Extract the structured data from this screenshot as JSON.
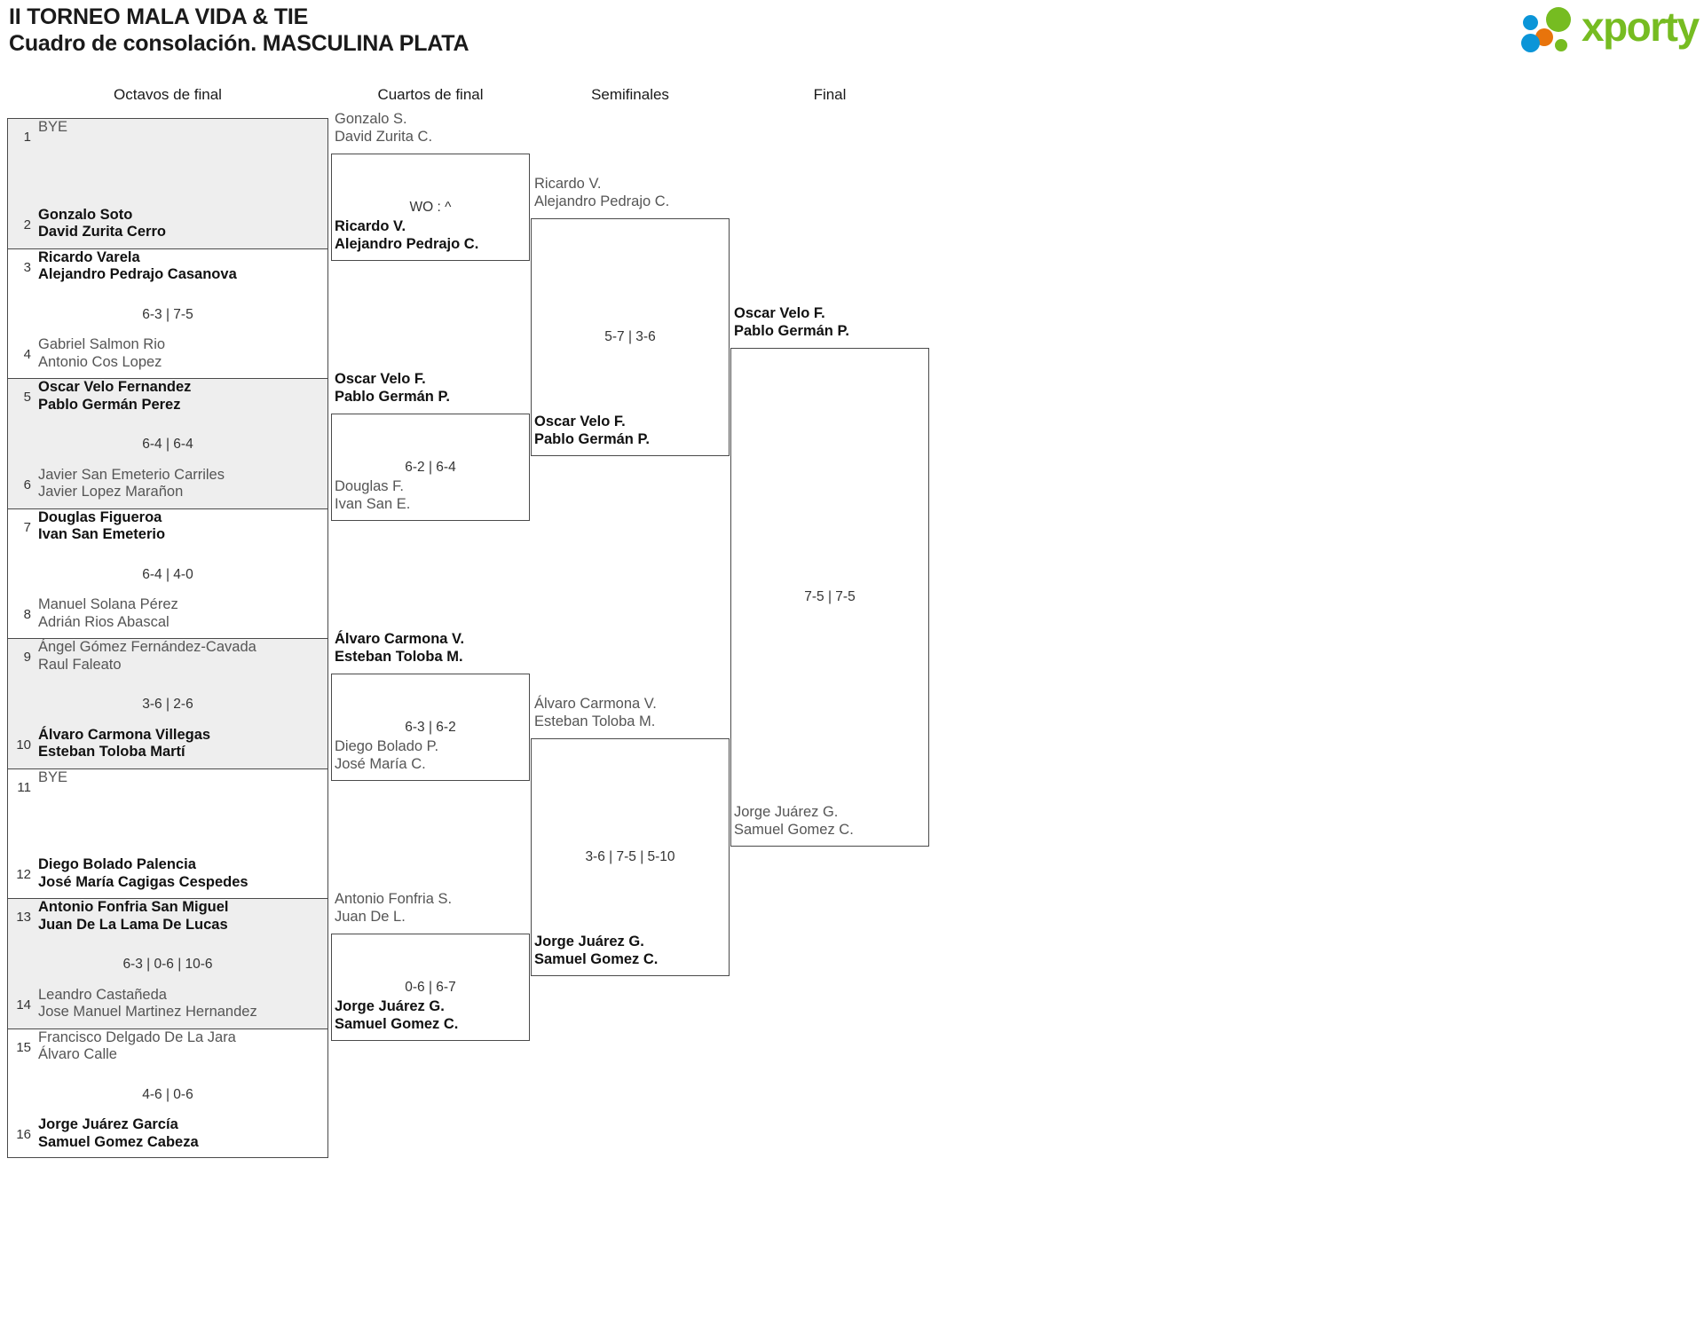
{
  "header": {
    "title_line1": "II TORNEO MALA VIDA & TIE",
    "title_line2": "Cuadro de consolación. MASCULINA PLATA",
    "logo_text": "xporty",
    "logo_colors": {
      "green": "#76bc21",
      "blue": "#0b95d8",
      "orange": "#e8740c"
    }
  },
  "rounds": [
    {
      "label": "Octavos de final"
    },
    {
      "label": "Cuartos de final"
    },
    {
      "label": "Semifinales"
    },
    {
      "label": "Final"
    }
  ],
  "round16": [
    {
      "shaded": true,
      "score": "",
      "top": {
        "seed": "1",
        "bye": true,
        "line1": "BYE",
        "line2": "",
        "winner": false
      },
      "bottom": {
        "seed": "2",
        "bye": false,
        "line1": "Gonzalo Soto",
        "line2": "David Zurita Cerro",
        "winner": true
      }
    },
    {
      "shaded": false,
      "score": "6-3 | 7-5",
      "top": {
        "seed": "3",
        "bye": false,
        "line1": "Ricardo Varela",
        "line2": "Alejandro Pedrajo Casanova",
        "winner": true
      },
      "bottom": {
        "seed": "4",
        "bye": false,
        "line1": "Gabriel Salmon Rio",
        "line2": "Antonio Cos Lopez",
        "winner": false
      }
    },
    {
      "shaded": true,
      "score": "6-4 | 6-4",
      "top": {
        "seed": "5",
        "bye": false,
        "line1": "Oscar Velo Fernandez",
        "line2": "Pablo Germán Perez",
        "winner": true
      },
      "bottom": {
        "seed": "6",
        "bye": false,
        "line1": "Javier San Emeterio Carriles",
        "line2": "Javier Lopez Marañon",
        "winner": false
      }
    },
    {
      "shaded": false,
      "score": "6-4 | 4-0",
      "top": {
        "seed": "7",
        "bye": false,
        "line1": "Douglas Figueroa",
        "line2": "Ivan San Emeterio",
        "winner": true
      },
      "bottom": {
        "seed": "8",
        "bye": false,
        "line1": "Manuel Solana Pérez",
        "line2": "Adrián Rios Abascal",
        "winner": false
      }
    },
    {
      "shaded": true,
      "score": "3-6 | 2-6",
      "top": {
        "seed": "9",
        "bye": false,
        "line1": "Ángel Gómez Fernández-Cavada",
        "line2": "Raul Faleato",
        "winner": false
      },
      "bottom": {
        "seed": "10",
        "bye": false,
        "line1": "Álvaro Carmona Villegas",
        "line2": "Esteban Toloba Martí",
        "winner": true
      }
    },
    {
      "shaded": false,
      "score": "",
      "top": {
        "seed": "11",
        "bye": true,
        "line1": "BYE",
        "line2": "",
        "winner": false
      },
      "bottom": {
        "seed": "12",
        "bye": false,
        "line1": "Diego Bolado Palencia",
        "line2": "José María Cagigas Cespedes",
        "winner": true
      }
    },
    {
      "shaded": true,
      "score": "6-3 | 0-6 | 10-6",
      "top": {
        "seed": "13",
        "bye": false,
        "line1": "Antonio Fonfria San Miguel",
        "line2": "Juan De La Lama De Lucas",
        "winner": true
      },
      "bottom": {
        "seed": "14",
        "bye": false,
        "line1": "Leandro Castañeda",
        "line2": "Jose Manuel Martinez Hernandez",
        "winner": false
      }
    },
    {
      "shaded": false,
      "score": "4-6 | 0-6",
      "top": {
        "seed": "15",
        "bye": false,
        "line1": "Francisco Delgado De La Jara",
        "line2": "Álvaro Calle",
        "winner": false
      },
      "bottom": {
        "seed": "16",
        "bye": false,
        "line1": "Jorge Juárez García",
        "line2": "Samuel Gomez Cabeza",
        "winner": true
      }
    }
  ],
  "quarters": [
    {
      "score": "WO : ^",
      "top": {
        "line1": "Gonzalo S.",
        "line2": "David Zurita C.",
        "winner": false
      },
      "bottom": {
        "line1": "Ricardo V.",
        "line2": "Alejandro Pedrajo C.",
        "winner": true
      }
    },
    {
      "score": "6-2 | 6-4",
      "top": {
        "line1": "Oscar Velo F.",
        "line2": "Pablo Germán P.",
        "winner": true
      },
      "bottom": {
        "line1": "Douglas F.",
        "line2": "Ivan San E.",
        "winner": false
      }
    },
    {
      "score": "6-3 | 6-2",
      "top": {
        "line1": "Álvaro Carmona V.",
        "line2": "Esteban Toloba M.",
        "winner": true
      },
      "bottom": {
        "line1": "Diego Bolado P.",
        "line2": "José María C.",
        "winner": false
      }
    },
    {
      "score": "0-6 | 6-7",
      "top": {
        "line1": "Antonio Fonfria S.",
        "line2": "Juan De L.",
        "winner": false
      },
      "bottom": {
        "line1": "Jorge Juárez G.",
        "line2": "Samuel Gomez C.",
        "winner": true
      }
    }
  ],
  "semis": [
    {
      "score": "5-7 | 3-6",
      "top": {
        "line1": "Ricardo V.",
        "line2": "Alejandro Pedrajo C.",
        "winner": false
      },
      "bottom": {
        "line1": "Oscar Velo F.",
        "line2": "Pablo Germán P.",
        "winner": true
      }
    },
    {
      "score": "3-6 | 7-5 | 5-10",
      "top": {
        "line1": "Álvaro Carmona V.",
        "line2": "Esteban Toloba M.",
        "winner": false
      },
      "bottom": {
        "line1": "Jorge Juárez G.",
        "line2": "Samuel Gomez C.",
        "winner": true
      }
    }
  ],
  "final": [
    {
      "score": "7-5 | 7-5",
      "top": {
        "line1": "Oscar Velo F.",
        "line2": "Pablo Germán P.",
        "winner": true
      },
      "bottom": {
        "line1": "Jorge Juárez G.",
        "line2": "Samuel Gomez C.",
        "winner": false
      }
    }
  ]
}
